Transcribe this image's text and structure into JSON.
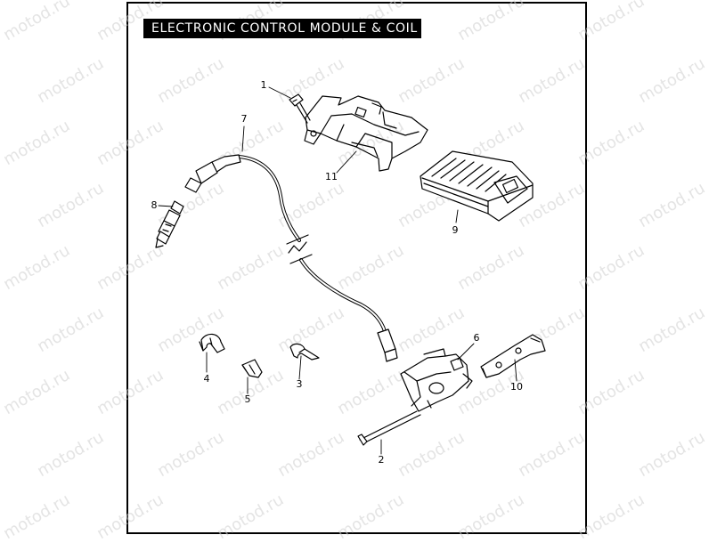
{
  "title": "ELECTRONIC CONTROL MODULE & COIL",
  "watermark": "motod.ru",
  "callouts": {
    "c1": "1",
    "c2": "2",
    "c3": "3",
    "c4": "4",
    "c5": "5",
    "c6": "6",
    "c7": "7",
    "c8": "8",
    "c9": "9",
    "c10": "10",
    "c11": "11"
  }
}
